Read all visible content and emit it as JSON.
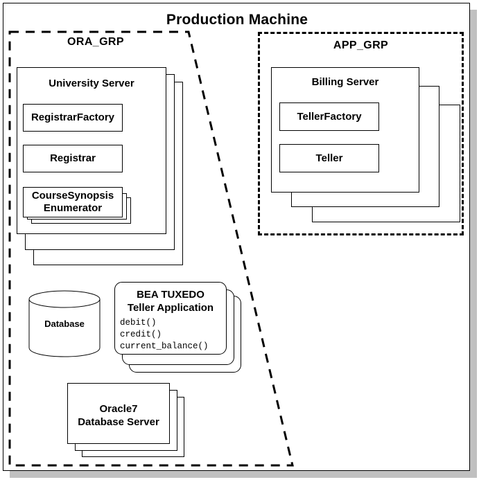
{
  "diagram": {
    "title": "Production Machine",
    "type": "deployment-diagram"
  },
  "groups": [
    {
      "id": "ora-grp",
      "label": "ORA_GRP",
      "shape": "slanted-dashed-quadrilateral"
    },
    {
      "id": "app-grp",
      "label": "APP_GRP",
      "shape": "dashed-rectangle"
    }
  ],
  "ora_grp": {
    "label": "ORA_GRP",
    "university_server": {
      "title": "University Server",
      "stack_count": 3,
      "components": [
        {
          "label": "RegistrarFactory",
          "stack_count": 1
        },
        {
          "label": "Registrar",
          "stack_count": 1
        },
        {
          "label": "CourseSynopsis\nEnumerator",
          "line1": "CourseSynopsis",
          "line2": "Enumerator",
          "stack_count": 3
        }
      ]
    },
    "database": {
      "label": "Database",
      "shape": "cylinder"
    },
    "tuxedo_app": {
      "title_line1": "BEA TUXEDO",
      "title_line2": "Teller Application",
      "stack_count": 3,
      "operations": [
        "debit()",
        "credit()",
        "current_balance()"
      ]
    },
    "oracle_server": {
      "title_line1": "Oracle7",
      "title_line2": "Database Server",
      "stack_count": 3
    }
  },
  "app_grp": {
    "label": "APP_GRP",
    "billing_server": {
      "title": "Billing Server",
      "stack_count": 3,
      "components": [
        {
          "label": "TellerFactory",
          "stack_count": 1
        },
        {
          "label": "Teller",
          "stack_count": 1
        }
      ]
    }
  },
  "colors": {
    "line": "#000000",
    "fill": "#ffffff",
    "shadow": "#c0c0c0"
  }
}
